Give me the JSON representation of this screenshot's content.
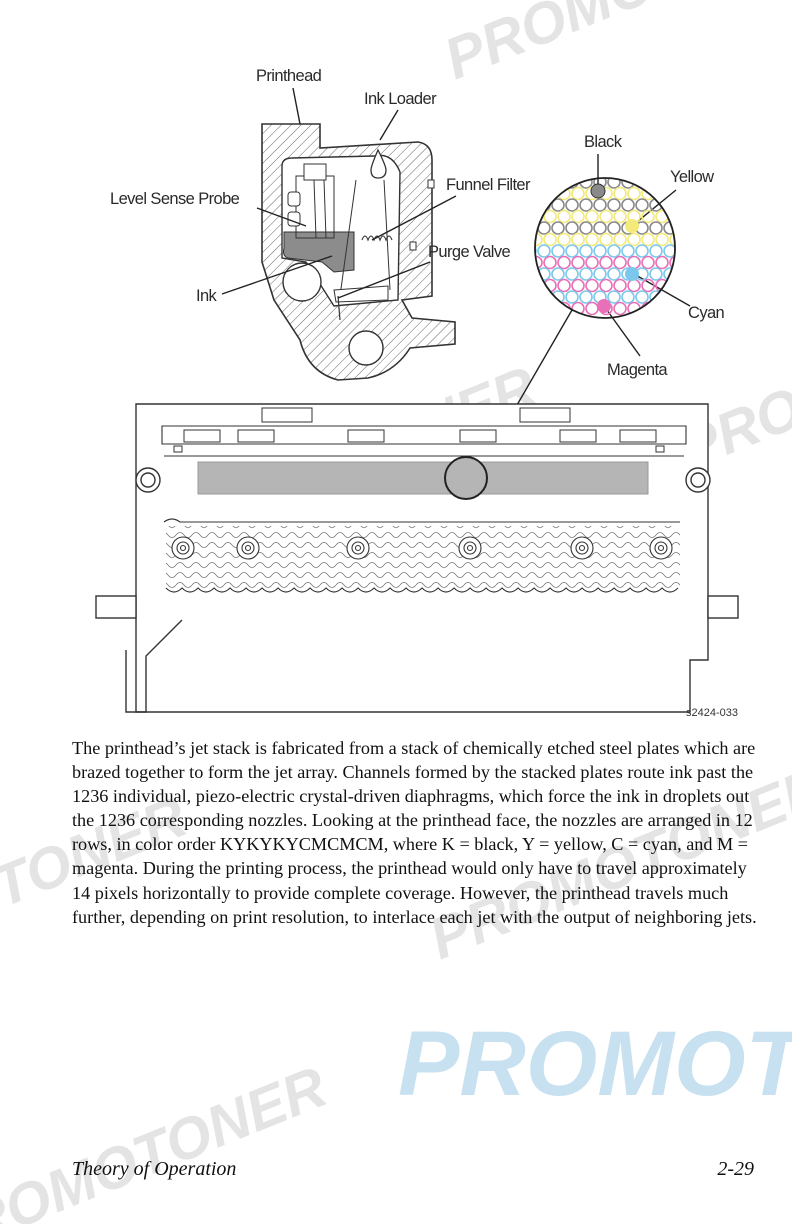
{
  "figure": {
    "labels": {
      "printhead": "Printhead",
      "ink_loader": "Ink Loader",
      "level_sense_probe": "Level Sense Probe",
      "funnel_filter": "Funnel Filter",
      "purge_valve": "Purge Valve",
      "ink": "Ink",
      "black": "Black",
      "yellow": "Yellow",
      "cyan": "Cyan",
      "magenta": "Magenta"
    },
    "figure_id": "s2424-033",
    "nozzle_colors": {
      "black": "#8a8a8a",
      "yellow": "#f3ea7a",
      "cyan": "#7cc8ec",
      "magenta": "#e870b8"
    }
  },
  "watermark": {
    "text": "PROMOTONER",
    "big_text": "PROMOT"
  },
  "body_text": "The printhead’s jet stack is fabricated from a stack of chemically etched steel plates which are brazed together to form the jet array. Channels formed by the stacked plates route ink past the 1236 individual, piezo-electric crystal-driven diaphragms, which force the ink in droplets out the 1236 corresponding nozzles. Looking at the printhead face, the nozzles are arranged in 12 rows, in color order KYKYKYCMCMCM, where K = black, Y = yellow, C = cyan, and M = magenta. During the printing process, the printhead would only have to travel approximately 14 pixels horizontally to provide complete coverage. However, the printhead travels much further, depending on print resolution, to interlace each jet with the output of neighboring jets.",
  "footer": {
    "title": "Theory of Operation",
    "page": "2-29"
  }
}
